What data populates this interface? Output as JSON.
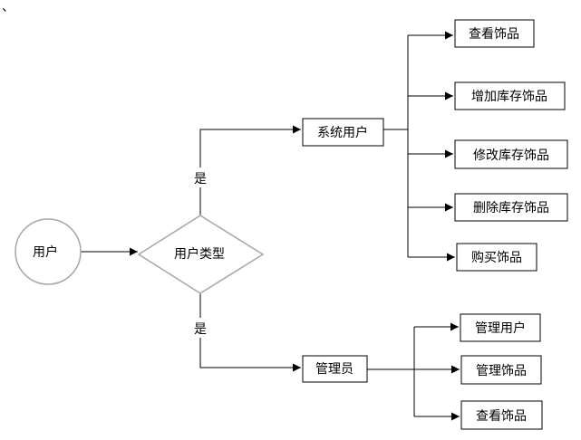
{
  "corner_mark": "、",
  "nodes": {
    "start": "用户",
    "decision": "用户类型",
    "system_user": "系统用户",
    "admin": "管理员",
    "system_actions": [
      "查看饰品",
      "增加库存饰品",
      "修改库存饰品",
      "删除库存饰品",
      "购买饰品"
    ],
    "admin_actions": [
      "管理用户",
      "管理饰品",
      "查看饰品"
    ]
  },
  "edge_labels": {
    "to_system_user": "是",
    "to_admin": "是"
  },
  "colors": {
    "line": "#000000",
    "circle_stroke": "#a6a6a6",
    "diamond_stroke": "#a6a6a6",
    "box_stroke": "#000000"
  }
}
